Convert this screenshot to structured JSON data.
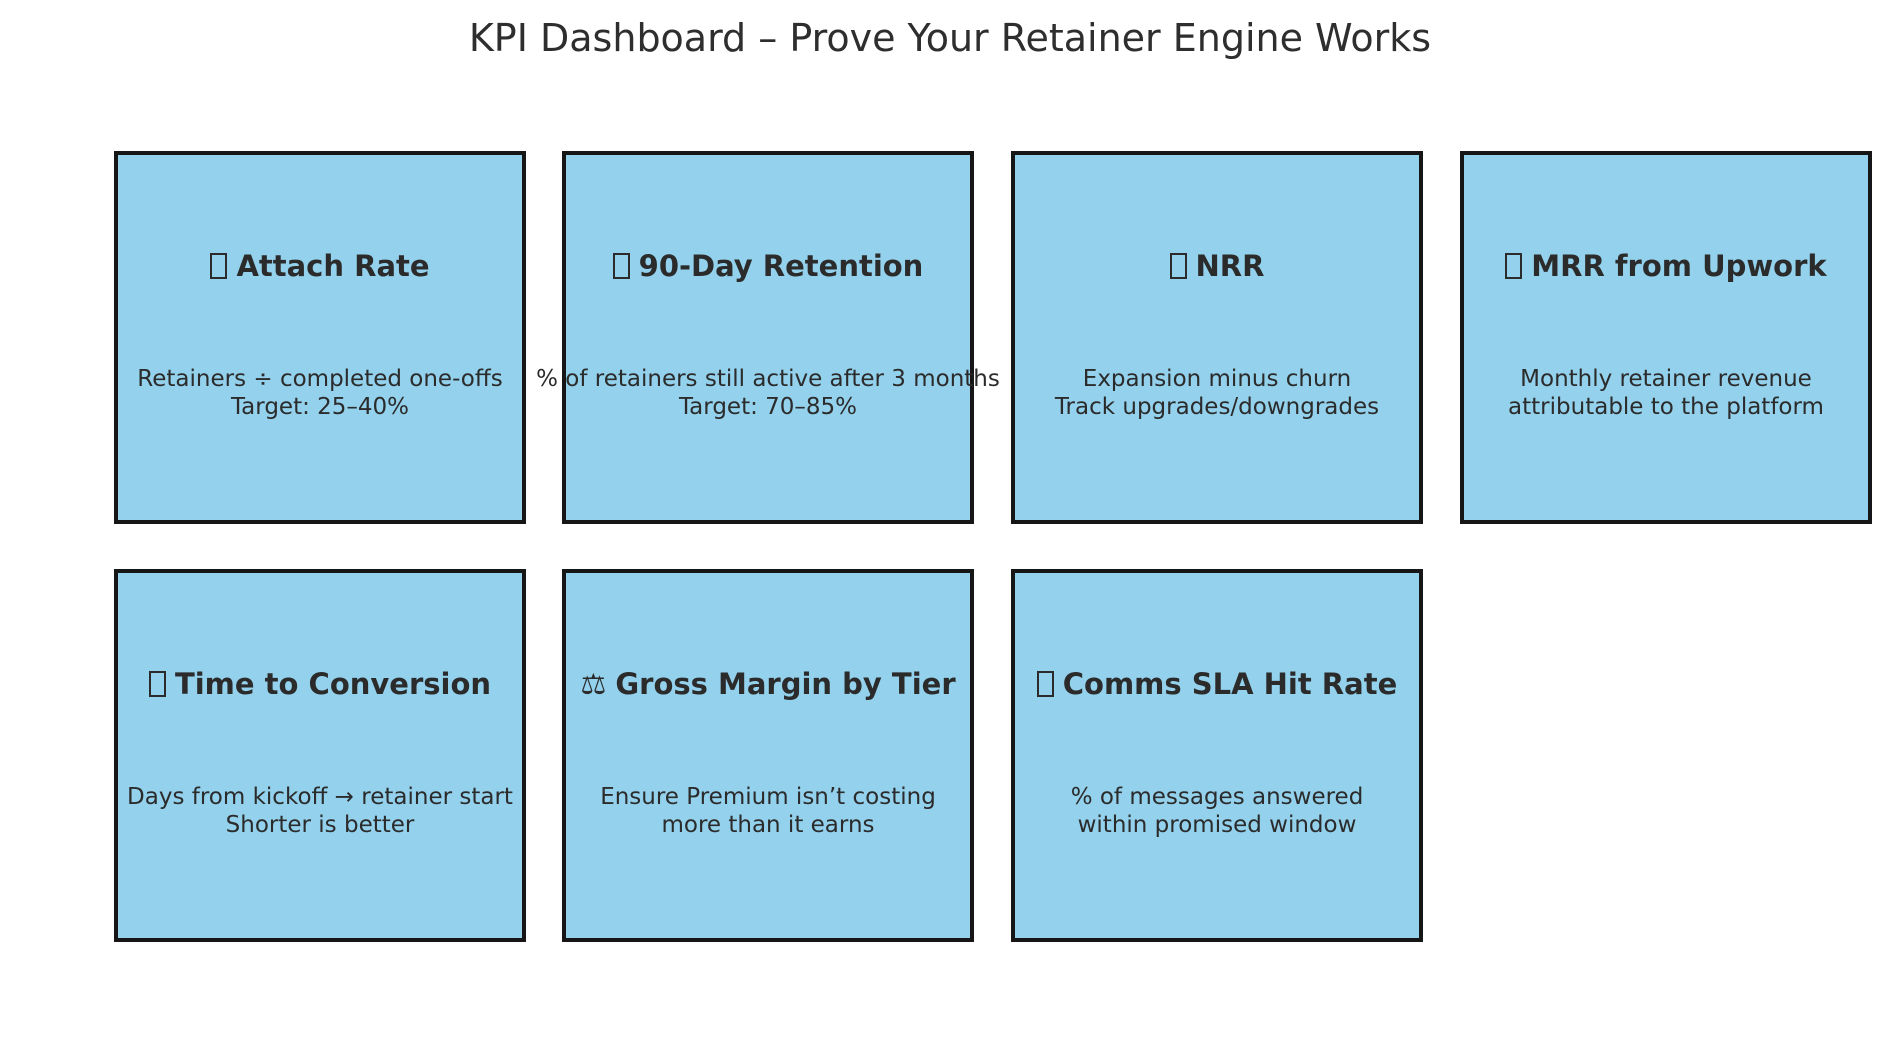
{
  "title": "KPI Dashboard – Prove Your Retainer Engine Works",
  "cards": [
    {
      "icon": "missing-glyph-icon",
      "title": "Attach Rate",
      "line1": "Retainers ÷ completed one-offs",
      "line2": "Target: 25–40%"
    },
    {
      "icon": "missing-glyph-icon",
      "title": "90-Day Retention",
      "line1": "% of retainers still active after 3 months",
      "line2": "Target: 70–85%"
    },
    {
      "icon": "missing-glyph-icon",
      "title": "NRR",
      "line1": "Expansion minus churn",
      "line2": "Track upgrades/downgrades"
    },
    {
      "icon": "missing-glyph-icon",
      "title": "MRR from Upwork",
      "line1": "Monthly retainer revenue",
      "line2": "attributable to the platform"
    },
    {
      "icon": "missing-glyph-icon",
      "title": "Time to Conversion",
      "line1": "Days from kickoff → retainer start",
      "line2": "Shorter is better"
    },
    {
      "icon": "scales-icon",
      "icon_glyph": "⚖",
      "title": "Gross Margin by Tier",
      "line1": "Ensure Premium isn’t costing",
      "line2": "more than it earns"
    },
    {
      "icon": "missing-glyph-icon",
      "title": "Comms SLA Hit Rate",
      "line1": "% of messages answered",
      "line2": "within promised window"
    }
  ],
  "colors": {
    "card_fill": "#93d1ec",
    "card_border": "#161616",
    "text": "#2b2b2b"
  }
}
